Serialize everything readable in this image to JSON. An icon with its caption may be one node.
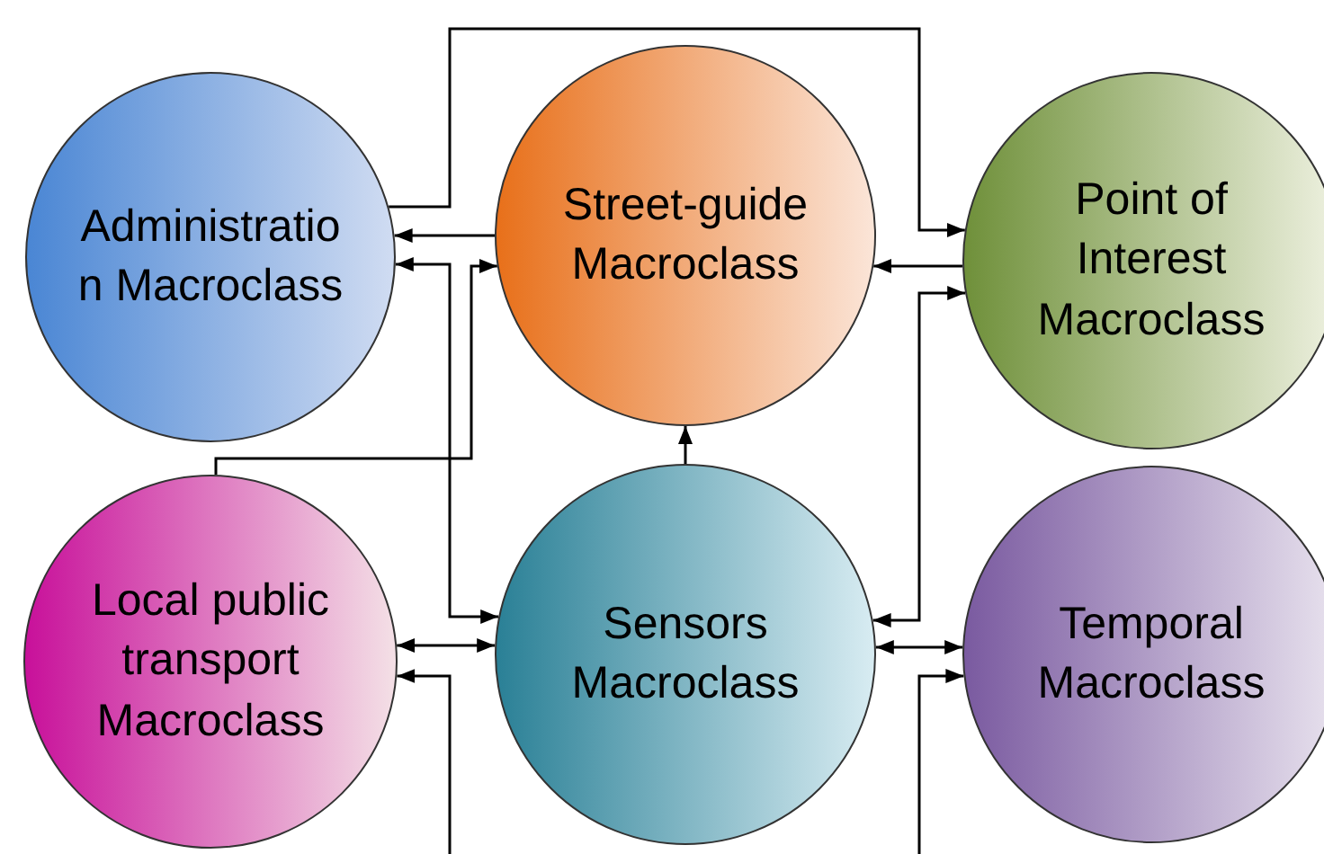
{
  "diagram": {
    "nodes": [
      {
        "text": [
          "Administration Macroclass"
        ]
      },
      {
        "text": [
          "Street-guide Macroclass"
        ]
      },
      {
        "text": [
          "Point of Interest Macroclass"
        ]
      },
      {
        "text": [
          "Local public transport Macroclass"
        ]
      },
      {
        "text": [
          "Sensors Macroclass"
        ]
      },
      {
        "text": [
          "Temporal Macroclass"
        ]
      }
    ],
    "edges": [
      {
        "from": 0,
        "to": 2,
        "arrow": "to"
      },
      {
        "from": 1,
        "to": 0,
        "arrow": "to"
      },
      {
        "from": 0,
        "to": 4,
        "arrow": "both"
      },
      {
        "from": 3,
        "to": 1,
        "arrow": "to"
      },
      {
        "from": 4,
        "to": 1,
        "arrow": "to"
      },
      {
        "from": 2,
        "to": 1,
        "arrow": "to"
      },
      {
        "from": 2,
        "to": 4,
        "arrow": "both"
      },
      {
        "from": 3,
        "to": 4,
        "arrow": "both"
      },
      {
        "from": 4,
        "to": 5,
        "arrow": "both"
      },
      {
        "from": null,
        "to": 3,
        "arrow": "to"
      },
      {
        "from": null,
        "to": 5,
        "arrow": "to"
      }
    ]
  }
}
